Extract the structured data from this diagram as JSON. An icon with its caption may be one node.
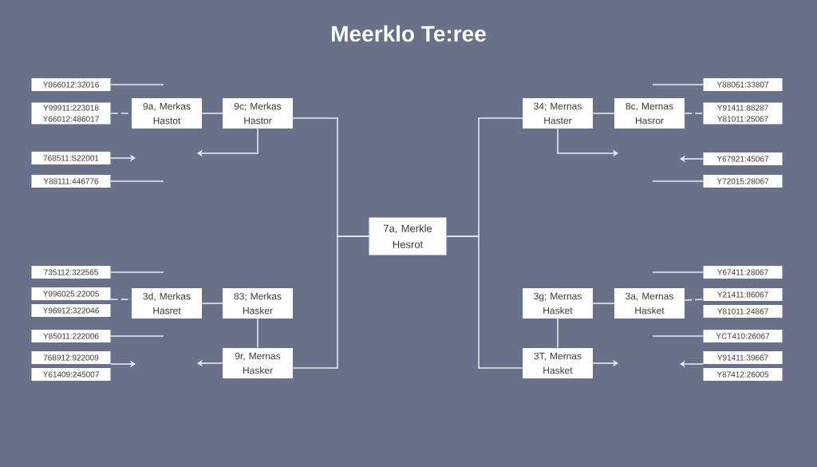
{
  "diagram": {
    "title": "Meerklo Te:ree",
    "nodes": [
      {
        "text": [
          "Y866012:32016"
        ]
      },
      {
        "text": [
          "Y99911:223018",
          "Y66012:486017"
        ]
      },
      {
        "text": [
          "768511:S22001"
        ]
      },
      {
        "text": [
          "Y88111:446776"
        ]
      },
      {
        "text": [
          "9a, Merkas Hastot"
        ]
      },
      {
        "text": [
          "9c; Merkas Hastor"
        ]
      },
      {
        "text": [
          "34; Mernas Haster"
        ]
      },
      {
        "text": [
          "8c, Mernas Hasror"
        ]
      },
      {
        "text": [
          "Y88061:33807"
        ]
      },
      {
        "text": [
          "Y91411:88287",
          "Y81011:25067"
        ]
      },
      {
        "text": [
          "Y67921:45067"
        ]
      },
      {
        "text": [
          "Y72015:28067"
        ]
      },
      {
        "text": [
          "7a, Merkle Hesrot"
        ]
      },
      {
        "text": [
          "735112:322565"
        ]
      },
      {
        "text": [
          "Y996025:22005"
        ]
      },
      {
        "text": [
          "Y96912:322046"
        ]
      },
      {
        "text": [
          "Y85011:222006"
        ]
      },
      {
        "text": [
          "768912:922009"
        ]
      },
      {
        "text": [
          "Y61409:245007"
        ]
      },
      {
        "text": [
          "3d, Merkas Hasret"
        ]
      },
      {
        "text": [
          "83; Merkas Hasker"
        ]
      },
      {
        "text": [
          "9r, Mernas Hasker"
        ]
      },
      {
        "text": [
          "Y67411:28067"
        ]
      },
      {
        "text": [
          "Y21411:86067"
        ]
      },
      {
        "text": [
          "Y81011:24867"
        ]
      },
      {
        "text": [
          "YCT410:26067"
        ]
      },
      {
        "text": [
          "Y91411:39667"
        ]
      },
      {
        "text": [
          "Y87412:26005"
        ]
      },
      {
        "text": [
          "3g; Mernas Hasket"
        ]
      },
      {
        "text": [
          "3a, Mernas Hasket"
        ]
      },
      {
        "text": [
          "3T, Mernas Hasket"
        ]
      }
    ],
    "edges": [
      {
        "from": 0,
        "to": null,
        "arrow": "none"
      },
      {
        "from": 1,
        "to": 4,
        "arrow": "none",
        "style": "dashed"
      },
      {
        "from": 4,
        "to": 5,
        "arrow": "none"
      },
      {
        "from": 5,
        "to": 12,
        "arrow": "none"
      },
      {
        "from": 5,
        "to": null,
        "arrow": "to"
      },
      {
        "from": 2,
        "to": null,
        "arrow": "to"
      },
      {
        "from": 3,
        "to": null,
        "arrow": "none"
      },
      {
        "from": 6,
        "to": 7,
        "arrow": "none"
      },
      {
        "from": 7,
        "to": 9,
        "arrow": "none",
        "style": "dashed"
      },
      {
        "from": 6,
        "to": 12,
        "arrow": "none"
      },
      {
        "from": 6,
        "to": null,
        "arrow": "to"
      },
      {
        "from": 8,
        "to": null,
        "arrow": "none"
      },
      {
        "from": 10,
        "to": null,
        "arrow": "to"
      },
      {
        "from": 11,
        "to": null,
        "arrow": "none"
      },
      {
        "from": 13,
        "to": null,
        "arrow": "none"
      },
      {
        "from": 14,
        "to": 19,
        "arrow": "none",
        "style": "dashed"
      },
      {
        "from": 19,
        "to": 20,
        "arrow": "none"
      },
      {
        "from": 20,
        "to": 21,
        "arrow": "none"
      },
      {
        "from": 21,
        "to": null,
        "arrow": "to"
      },
      {
        "from": 21,
        "to": 12,
        "arrow": "none"
      },
      {
        "from": 16,
        "to": null,
        "arrow": "none"
      },
      {
        "from": 17,
        "to": null,
        "arrow": "to"
      },
      {
        "from": 22,
        "to": null,
        "arrow": "none"
      },
      {
        "from": 28,
        "to": 29,
        "arrow": "none"
      },
      {
        "from": 29,
        "to": 23,
        "arrow": "none",
        "style": "dashed"
      },
      {
        "from": 25,
        "to": null,
        "arrow": "none"
      },
      {
        "from": 26,
        "to": null,
        "arrow": "to"
      },
      {
        "from": 28,
        "to": 30,
        "arrow": "none"
      },
      {
        "from": 30,
        "to": null,
        "arrow": "to"
      },
      {
        "from": 30,
        "to": 12,
        "arrow": "none"
      }
    ]
  }
}
